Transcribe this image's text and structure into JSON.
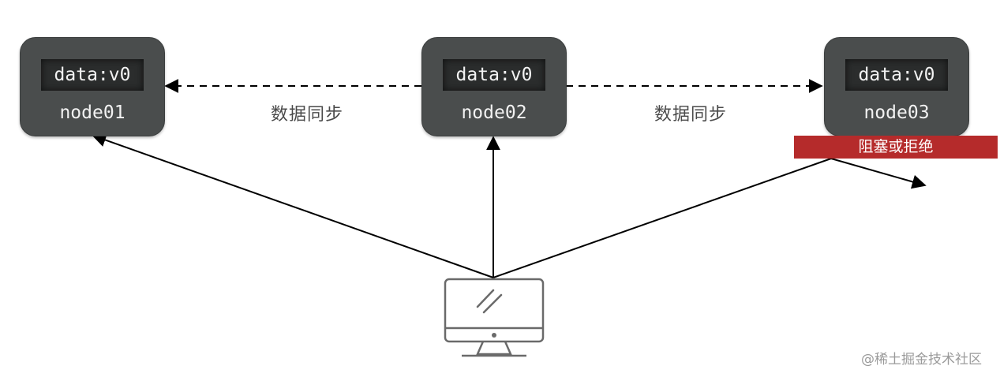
{
  "nodes": [
    {
      "id": "node01",
      "data": "data:v0",
      "name": "node01"
    },
    {
      "id": "node02",
      "data": "data:v0",
      "name": "node02"
    },
    {
      "id": "node03",
      "data": "data:v0",
      "name": "node03"
    }
  ],
  "sync_labels": [
    "数据同步",
    "数据同步"
  ],
  "blocked_label": "阻塞或拒绝",
  "client_icon": "desktop-monitor-icon",
  "watermark": "@稀土掘金技术社区",
  "colors": {
    "node_fill": "#4a4d4d",
    "blocked_fill": "#b52b2b",
    "line": "#000000"
  }
}
